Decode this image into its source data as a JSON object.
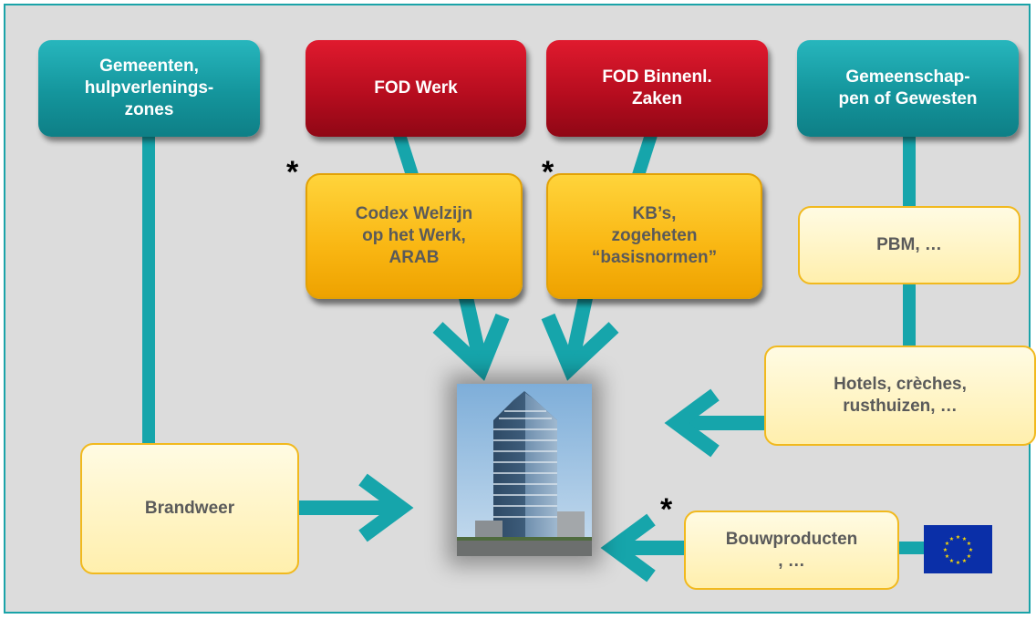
{
  "boxes": {
    "gemeenten": "Gemeenten,\nhulpverlenings-\nzones",
    "fod_werk": "FOD Werk",
    "fod_binnenl": "FOD Binnenl.\nZaken",
    "gemeenschappen": "Gemeenschap-\npen of Gewesten",
    "codex": "Codex Welzijn\nop het Werk,\nARAB",
    "kbs": "KB’s,\nzogeheten\n“basisnormen”",
    "pbm": "PBM, …",
    "hotels": "Hotels, crèches,\nrusthuizen, …",
    "brandweer": "Brandweer",
    "bouwproducten": "Bouwproducten\n, …"
  },
  "stars": {
    "codex": "*",
    "kbs": "*",
    "bouwproducten": "*"
  },
  "colors": {
    "teal": "#14959c",
    "connector": "#16a5ab",
    "red": "#b70d1f",
    "gold": "#f9b612",
    "cream": "#fff3c0",
    "eu_blue": "#0a2fa8",
    "eu_stars": "#ffdd00",
    "background": "#dcdcdc"
  },
  "images": {
    "building": "office-building-photo",
    "eu_flag": "eu-flag-icon"
  }
}
